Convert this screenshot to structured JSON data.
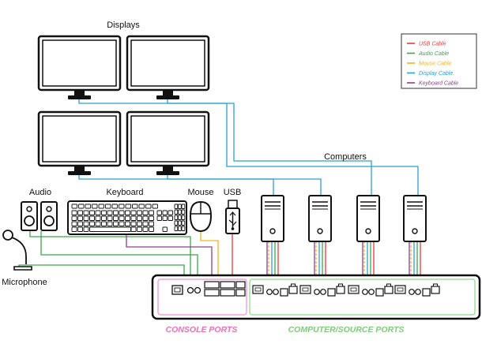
{
  "labels": {
    "displays": "Displays",
    "computers": "Computers",
    "audio": "Audio",
    "keyboard": "Keyboard",
    "mouse": "Mouse",
    "usb": "USB",
    "microphone": "Microphone"
  },
  "sections": {
    "console": "CONSOLE PORTS",
    "computer": "COMPUTER/SOURCE PORTS"
  },
  "legend": [
    {
      "label": "USB Cable",
      "color": "#e8393a"
    },
    {
      "label": "Audio Cable",
      "color": "#3aa84a"
    },
    {
      "label": "Mouse Cable",
      "color": "#f2b324"
    },
    {
      "label": "Display Cable",
      "color": "#2c9fd1"
    },
    {
      "label": "Keyboard Cable",
      "color": "#8e3d8e"
    }
  ],
  "colors": {
    "usb": "#e8393a",
    "audio": "#3aa84a",
    "mouse": "#f2b324",
    "display": "#2c9fd1",
    "keyboard": "#8e3d8e",
    "console_box": "#f08ec8",
    "computer_box": "#8fd68a",
    "console_text": "#ee6fb6",
    "computer_text": "#7ccd74"
  }
}
